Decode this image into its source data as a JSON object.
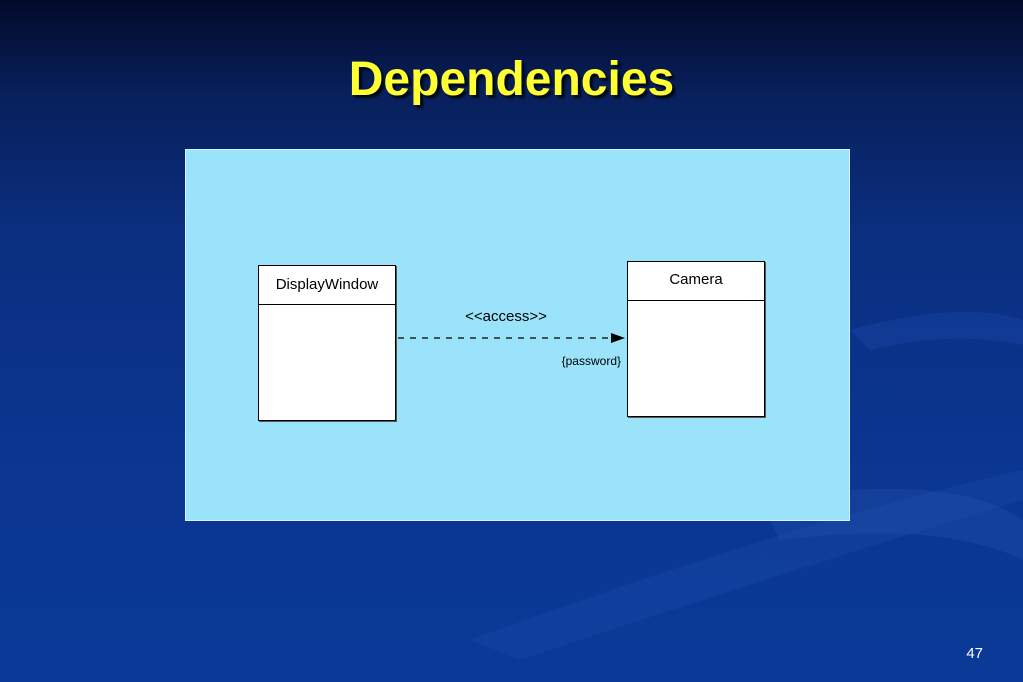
{
  "slide": {
    "title": "Dependencies",
    "page_number": "47"
  },
  "diagram": {
    "classes": [
      {
        "name": "DisplayWindow"
      },
      {
        "name": "Camera"
      }
    ],
    "dependency": {
      "stereotype": "<<access>>",
      "constraint": "{password}",
      "from": "DisplayWindow",
      "to": "Camera"
    }
  },
  "colors": {
    "title": "#ffff33",
    "panel": "#9ae3fb",
    "background": "#0b3590"
  }
}
